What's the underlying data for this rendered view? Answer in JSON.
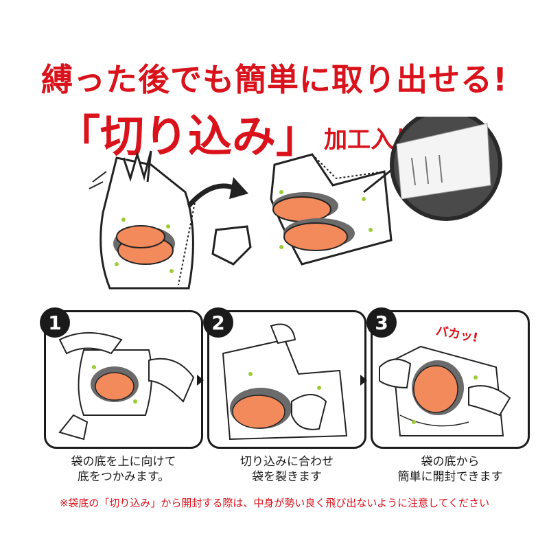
{
  "headline": {
    "line1": "縛った後でも簡単に取り出せる!",
    "line2_main": "「切り込み」",
    "line2_suffix": "加工入り"
  },
  "steps": [
    {
      "number": "1",
      "caption_line1": "袋の底を上に向けて",
      "caption_line2": "底をつかみます。"
    },
    {
      "number": "2",
      "caption_line1": "切り込みに合わせ",
      "caption_line2": "袋を裂きます"
    },
    {
      "number": "3",
      "caption_line1": "袋の底から",
      "caption_line2": "簡単に開封できます"
    }
  ],
  "step3_sound": "バカッ!",
  "note": "※袋底の「切り込み」から開封する際は、中身が勢い良く飛び出ないように注意してください",
  "colors": {
    "accent": "#d9121b",
    "salmon": "#f28a5c",
    "salmon_skin": "#6b6b6b",
    "herb": "#9acd32"
  }
}
